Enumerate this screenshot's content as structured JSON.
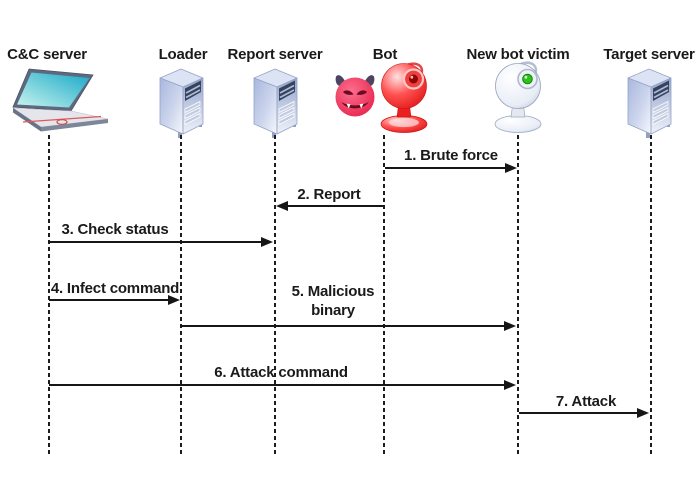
{
  "actors": [
    {
      "name": "C&C server",
      "icon": "laptop"
    },
    {
      "name": "Loader",
      "icon": "server-tower"
    },
    {
      "name": "Report server",
      "icon": "server-tower"
    },
    {
      "name": "Bot",
      "icon": "devil-and-red-webcam"
    },
    {
      "name": "New bot victim",
      "icon": "white-webcam"
    },
    {
      "name": "Target server",
      "icon": "server-tower"
    }
  ],
  "messages": [
    {
      "label": "1. Brute force",
      "from": "Bot",
      "to": "New bot victim",
      "direction": "right"
    },
    {
      "label": "2. Report",
      "from": "Bot",
      "to": "Report server",
      "direction": "left"
    },
    {
      "label": "3. Check status",
      "from": "C&C server",
      "to": "Report server",
      "direction": "right"
    },
    {
      "label": "4. Infect command",
      "from": "C&C server",
      "to": "Loader",
      "direction": "right"
    },
    {
      "label": "5. Malicious binary",
      "from": "Loader",
      "to": "New bot victim",
      "direction": "right"
    },
    {
      "label": "6. Attack command",
      "from": "C&C server",
      "to": "New bot victim",
      "direction": "right"
    },
    {
      "label": "7. Attack",
      "from": "New bot victim",
      "to": "Target server",
      "direction": "right"
    }
  ],
  "colors": {
    "background": "#ffffff",
    "line": "#161616",
    "text": "#1a1a1a",
    "server_body": "#c3cde8",
    "laptop_screen": "#22b0c8",
    "bot_red": "#e8193c",
    "victim_lens_green": "#2ec117"
  }
}
